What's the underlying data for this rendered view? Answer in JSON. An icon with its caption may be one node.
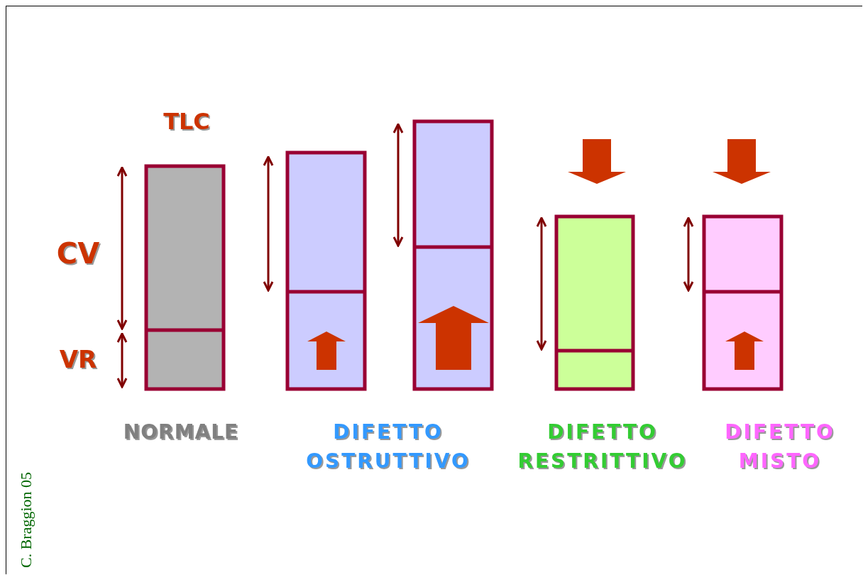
{
  "diagram": {
    "labels": [
      "TLC",
      "CV",
      "VR",
      "NORMALE",
      "DIFETTO OSTRUTTIVO",
      "DIFETTO RESTRITTIVO",
      "DIFETTO MISTO",
      "C. Braggion 05"
    ]
  }
}
